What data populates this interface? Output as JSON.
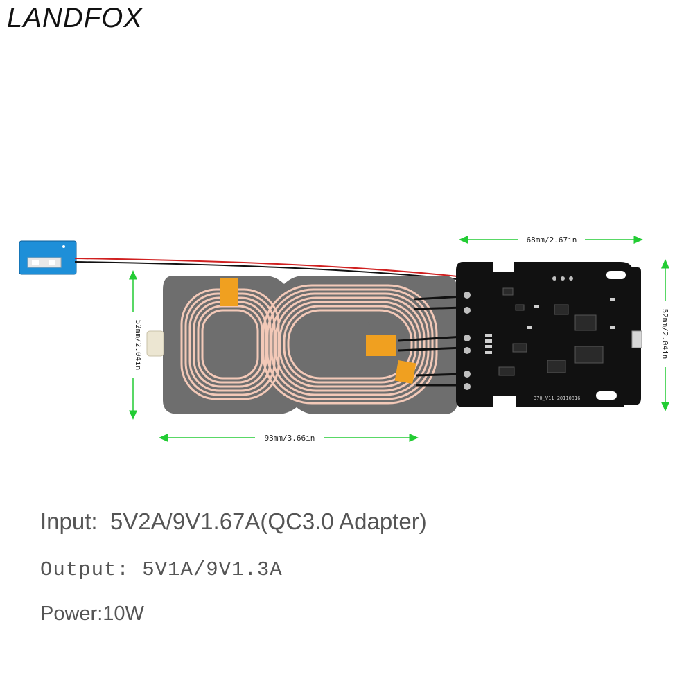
{
  "brand": {
    "logo_text": "LANDFOX"
  },
  "dimensions": {
    "pcb_width": "68mm/2.67in",
    "pcb_height": "52mm/2.04in",
    "coil_width": "93mm/3.66in",
    "coil_height": "52mm/2.04in"
  },
  "pcb": {
    "silkscreen": "370_V11 20110816"
  },
  "specs": {
    "input_label": "Input:",
    "input_value": "5V2A/9V1.67A(QC3.0 Adapter)",
    "output_label": "Output:",
    "output_value": "5V1A/9V1.3A",
    "power_label": "Power:",
    "power_value": "10W"
  },
  "colors": {
    "arrow": "#22cc33",
    "pcb": "#111111",
    "coil_wire": "#f3c9b8",
    "coil_backing": "#6e6e6e",
    "tape": "#f0a020",
    "led_board": "#1e8fd8"
  }
}
